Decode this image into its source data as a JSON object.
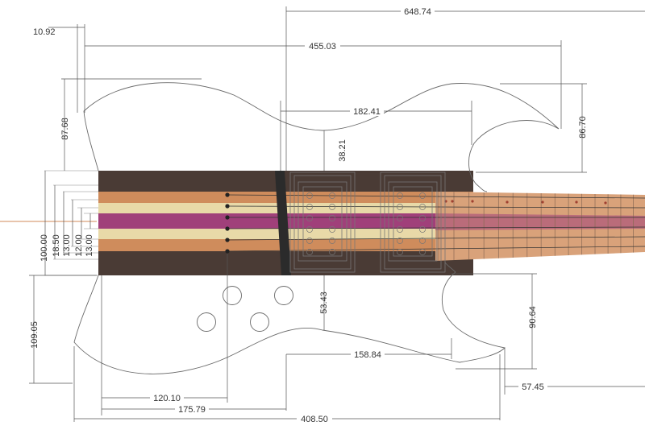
{
  "dimensions": {
    "d_648_74": "648.74",
    "d_10_92": "10.92",
    "d_455_03": "455.03",
    "d_182_41": "182.41",
    "d_87_68": "87.68",
    "d_86_70": "86.70",
    "d_38_21": "38.21",
    "d_100_00": "100.00",
    "d_18_50": "18.50",
    "d_13_00a": "13.00",
    "d_12_00": "12.00",
    "d_13_00b": "13.00",
    "d_53_43": "53.43",
    "d_90_64": "90.64",
    "d_109_05": "109.05",
    "d_158_84": "158.84",
    "d_57_45": "57.45",
    "d_120_10": "120.10",
    "d_175_79": "175.79",
    "d_408_50": "408.50"
  },
  "colors": {
    "wood_dark": "#4a3b35",
    "wood_orange": "#cf8c5c",
    "wood_cream": "#e8d9a8",
    "wood_purple": "#a0407a",
    "fretboard": "#d9a27a",
    "bridge": "#2b2b2b",
    "dim_line": "#555555",
    "outline": "#6a6a6a"
  }
}
